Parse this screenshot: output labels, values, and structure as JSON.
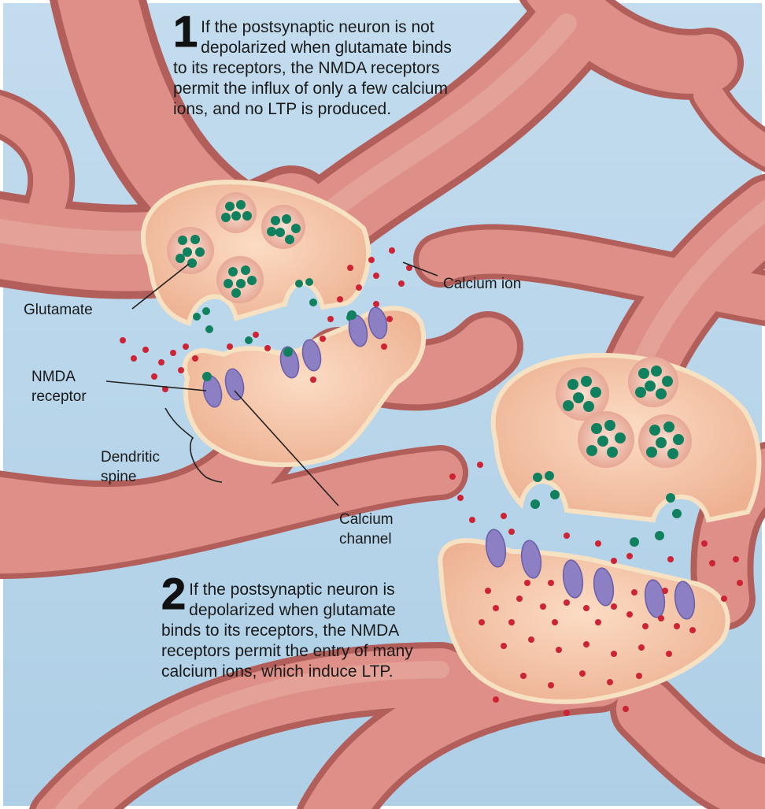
{
  "colors": {
    "background": "#b9d7ea",
    "neuron": "#d98c86",
    "neuron_shadow": "#b35f5c",
    "terminal_interior": "#f4c6a7",
    "membrane_edge": "#fbe6c9",
    "vesicle": "#f7d3be",
    "glutamate": "#11805e",
    "calcium": "#cc2335",
    "receptor": "#8c7fc4"
  },
  "step1": {
    "number": "1",
    "lines": [
      "If the postsynaptic neuron is not",
      "depolarized when glutamate binds",
      "to its receptors, the NMDA receptors",
      "permit the influx of only a few calcium",
      "ions, and no LTP is produced."
    ]
  },
  "step2": {
    "number": "2",
    "lines": [
      "If the postsynaptic neuron is",
      "depolarized when glutamate",
      "binds to its receptors, the NMDA",
      "receptors permit the entry of many",
      "calcium ions, which induce LTP."
    ]
  },
  "labels": {
    "calcium_ion": "Calcium ion",
    "glutamate": "Glutamate",
    "nmda_line1": "NMDA",
    "nmda_line2": "receptor",
    "dendritic_line1": "Dendritic",
    "dendritic_line2": "spine",
    "channel_line1": "Calcium",
    "channel_line2": "channel"
  }
}
